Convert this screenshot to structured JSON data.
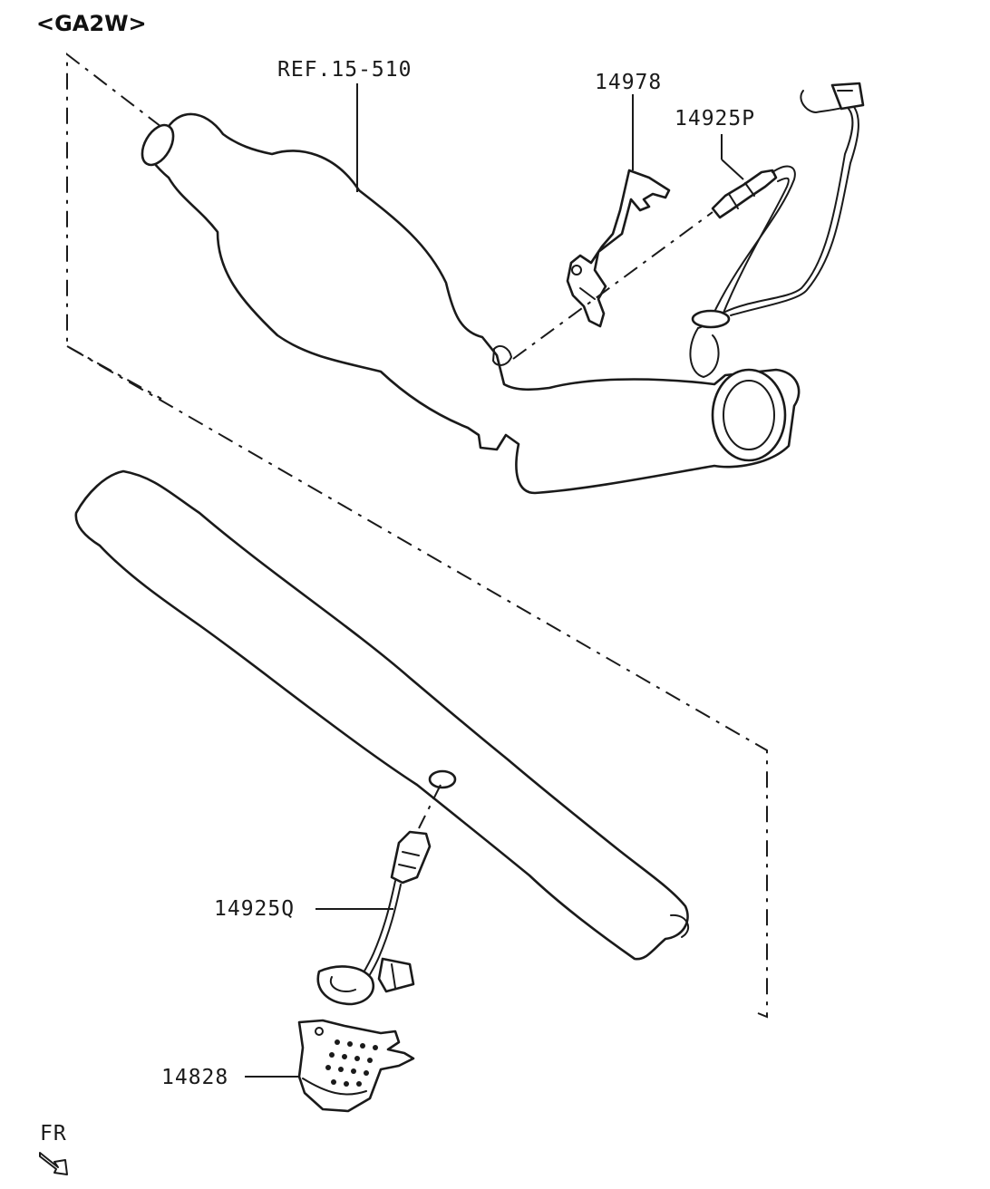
{
  "diagram": {
    "variant_label": "<GA2W>",
    "orientation_label": "FR",
    "callouts": [
      {
        "id": "ref",
        "text": "REF.15-510"
      },
      {
        "id": "bracket",
        "text": "14978"
      },
      {
        "id": "sensor_front",
        "text": "14925P"
      },
      {
        "id": "sensor_rear",
        "text": "14925Q"
      },
      {
        "id": "shield",
        "text": "14828"
      }
    ]
  }
}
